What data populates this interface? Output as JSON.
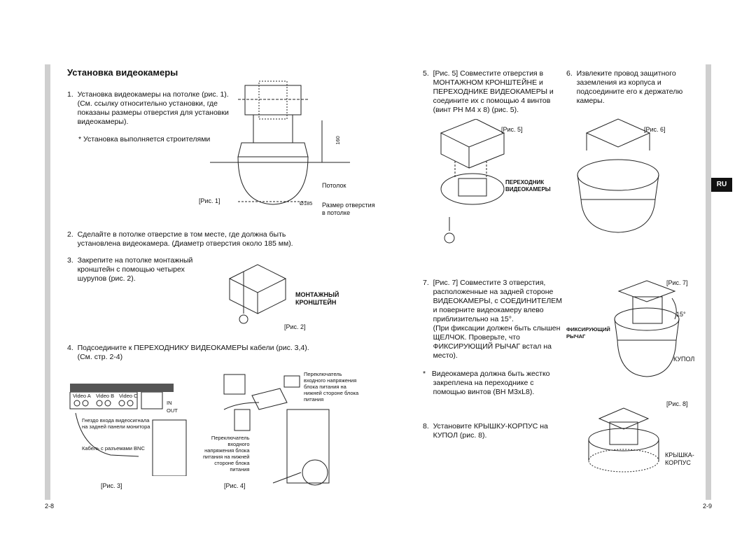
{
  "left": {
    "title": "Установка видеокамеры",
    "step1": {
      "text": "1.  Установка видеокамеры на потолке (рис. 1).\n     (См. ссылку относительно установки, где\n     показаны размеры отверстия для установки\n     видеокамеры).",
      "note": "* Установка выполняется строителями"
    },
    "fig1": {
      "caption": "[Рис. 1]",
      "ceiling_label": "Потолок",
      "hole_label": "Размер отверстия\nв потолке",
      "dim_160": "160",
      "dim_185": "Ø185"
    },
    "step2": "2.  Сделайте в потолке отверстие в том месте, где должна быть\n     установлена видеокамера. (Диаметр отверстия около 185 мм).",
    "step3": "3.  Закрепите на потолке монтажный\n     кронштейн с помощью четырех\n     шурупов (рис. 2).",
    "fig2": {
      "caption": "[Рис. 2]",
      "label": "МОНТАЖНЫЙ\nКРОНШТЕЙН"
    },
    "step4": "4.  Подсоедините к ПЕРЕХОДНИКУ ВИДЕОКАМЕРЫ кабели (рис. 3,4).\n     (См. стр. 2-4)",
    "fig3": {
      "caption": "[Рис. 3]",
      "labels": [
        "Video A",
        "Video B",
        "Video C"
      ],
      "in_label": "IN",
      "out_label": "OUT",
      "jack_label": "Гнездо входа видеосигнала\nна задней панели монитора",
      "cable_label": "Кабель с разъемами BNC"
    },
    "fig4": {
      "caption": "[Рис. 4]",
      "switch_top": "Переключатель\nвходного напряжения\nблока питания на\nнижней стороне блока\nпитания",
      "switch_bottom": "Переключатель\nвходного\nнапряжения блока\nпитания на нижней\nстороне блока\nпитания"
    },
    "page_number": "2-8"
  },
  "right": {
    "step5": "5.  [Рис. 5] Совместите отверстия в\n     МОНТАЖНОМ КРОНШТЕЙНЕ и\n     ПЕРЕХОДНИКЕ ВИДЕОКАМЕРЫ и\n     соедините их с помощью 4 винтов\n     (винт PH M4 x 8) (рис. 5).",
    "step6": "6.  Извлеките провод защитного\n     заземления из корпуса и\n     подсоедините его к держателю\n     камеры.",
    "fig5": {
      "caption": "[Рис. 5]",
      "label": "ПЕРЕХОДНИК\nВИДЕОКАМЕРЫ"
    },
    "fig6": {
      "caption": "[Рис. 6]"
    },
    "lang_badge": "RU",
    "step7": "7.  [Рис. 7] Совместите 3 отверстия,\n     расположенные на задней стороне\n     ВИДЕОКАМЕРЫ, с СОЕДИНИТЕЛЕМ\n     и поверните видеокамеру влево\n     приблизительно на 15°.\n     (При фиксации должен быть слышен\n     ЩЕЛЧОК. Проверьте, что\n     ФИКСИРУЮЩИЙ РЫЧАГ встал на\n     место).",
    "fig7": {
      "caption": "[Рис. 7]",
      "angle": "15°",
      "lever_label": "ФИКСИРУЮЩИЙ\nРЫЧАГ",
      "dome_label": "КУПОЛ"
    },
    "note": "*   Видеокамера должна быть жестко\n     закреплена на переходнике с\n     помощью винтов (BH M3xL8).",
    "step8": "8.  Установите КРЫШКУ-КОРПУС на\n     КУПОЛ (рис. 8).",
    "fig8": {
      "caption": "[Рис. 8]",
      "label": "КРЫШКА-\nКОРПУС"
    },
    "page_number": "2-9"
  }
}
